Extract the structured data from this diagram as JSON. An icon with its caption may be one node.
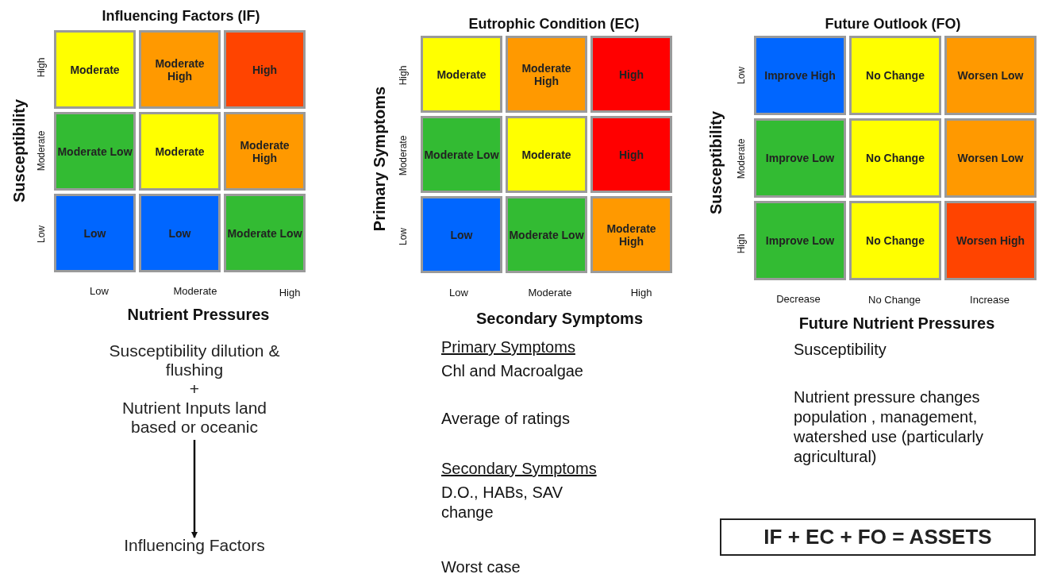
{
  "diagram": {
    "nodes": [
      {
        "text": [
          "Moderate"
        ]
      },
      {
        "text": [
          "Moderate High"
        ]
      },
      {
        "text": [
          "High"
        ]
      },
      {
        "text": [
          "Moderate Low"
        ]
      },
      {
        "text": [
          "Moderate"
        ]
      },
      {
        "text": [
          "Moderate High"
        ]
      },
      {
        "text": [
          "Low"
        ]
      },
      {
        "text": [
          "Low"
        ]
      },
      {
        "text": [
          "Moderate Low"
        ]
      },
      {
        "text": [
          "Moderate"
        ]
      },
      {
        "text": [
          "Moderate High"
        ]
      },
      {
        "text": [
          "High"
        ]
      },
      {
        "text": [
          "Moderate Low"
        ]
      },
      {
        "text": [
          "Moderate"
        ]
      },
      {
        "text": [
          "High"
        ]
      },
      {
        "text": [
          "Low"
        ]
      },
      {
        "text": [
          "Moderate Low"
        ]
      },
      {
        "text": [
          "Moderate High"
        ]
      },
      {
        "text": [
          "Improve High"
        ]
      },
      {
        "text": [
          "No Change"
        ]
      },
      {
        "text": [
          "Worsen Low"
        ]
      },
      {
        "text": [
          "Improve Low"
        ]
      },
      {
        "text": [
          "No Change"
        ]
      },
      {
        "text": [
          "Worsen Low"
        ]
      },
      {
        "text": [
          "Improve Low"
        ]
      },
      {
        "text": [
          "No Change"
        ]
      },
      {
        "text": [
          "Worsen High"
        ]
      },
      {
        "text": [
          "Susceptibility dilution & flushing",
          "+",
          "Nutrient Inputs land based or oceanic"
        ]
      },
      {
        "text": [
          "Influencing Factors"
        ]
      },
      {
        "text": [
          "IF + EC + FO = ASSETS"
        ]
      }
    ],
    "edges": [
      {
        "from": 27,
        "to": 28,
        "arrow": "to"
      }
    ],
    "labels": [
      "Influencing Factors (IF)",
      "Susceptibility",
      "High",
      "Moderate",
      "Low",
      "Low",
      "Moderate",
      "High",
      "Nutrient Pressures",
      "Eutrophic Condition (EC)",
      "Primary Symptoms",
      "High",
      "Moderate",
      "Low",
      "Low",
      "Moderate",
      "High",
      "Secondary Symptoms",
      "Primary Symptoms",
      "Chl and Macroalgae",
      "Average of ratings",
      "Secondary Symptoms",
      "D.O., HABs, SAV change",
      "Worst case",
      "Future Outlook (FO)",
      "Susceptibility",
      "Low",
      "Moderate",
      "High",
      "Decrease",
      "No Change",
      "Increase",
      "Future Nutrient Pressures",
      "Susceptibility",
      "Nutrient pressure changes population , management, watershed use (particularly agricultural)"
    ]
  }
}
